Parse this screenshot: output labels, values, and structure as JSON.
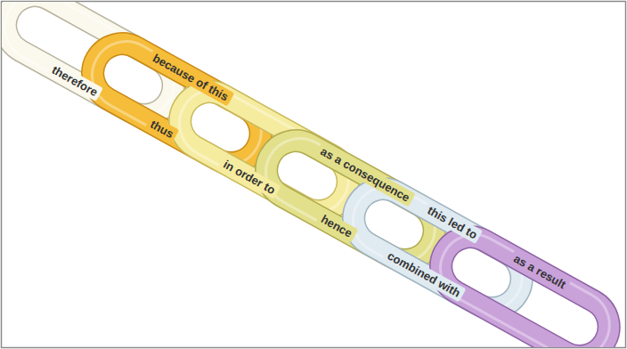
{
  "diagram": {
    "nodes": [
      {
        "text": [
          "therefore"
        ]
      },
      {
        "text": [
          "because of this",
          "thus"
        ]
      },
      {
        "text": [
          "in order to"
        ]
      },
      {
        "text": [
          "as a consequence",
          "hence"
        ]
      },
      {
        "text": [
          "this led to",
          "combined with"
        ]
      },
      {
        "text": [
          "as a result"
        ]
      }
    ]
  }
}
